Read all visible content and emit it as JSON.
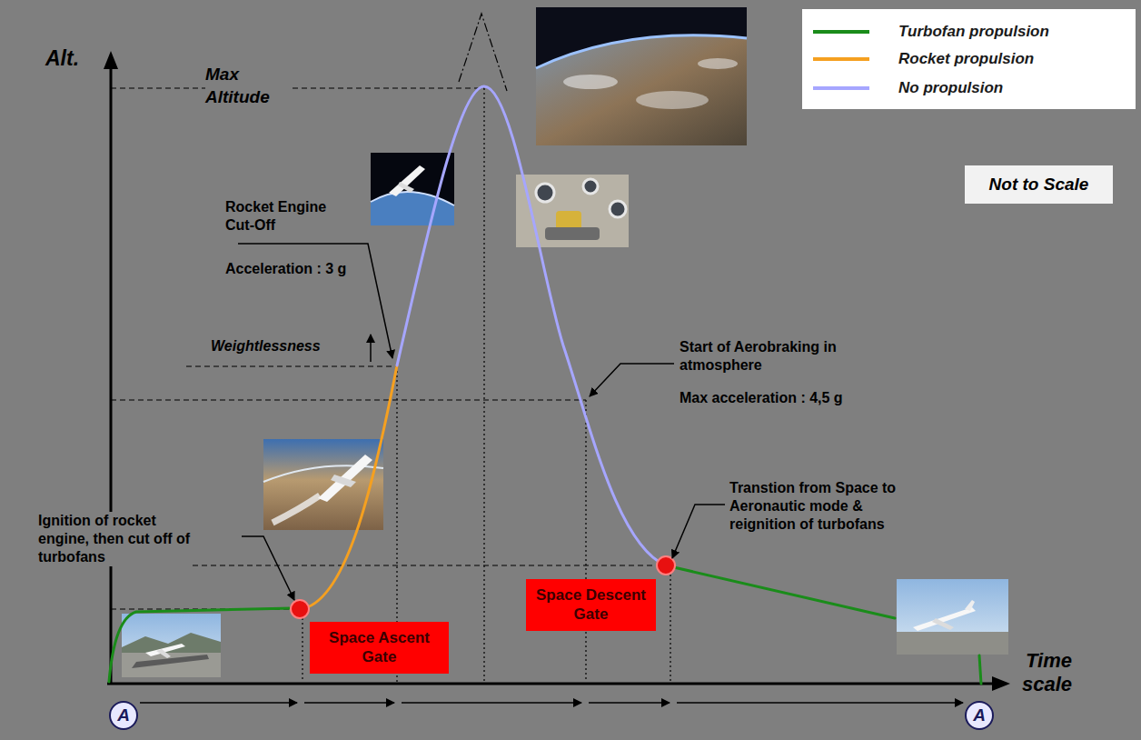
{
  "diagram": {
    "nodes": [
      {
        "text": [
          "Not to Scale"
        ]
      },
      {
        "text": [
          "Space Ascent Gate"
        ]
      },
      {
        "text": [
          "Space Descent Gate"
        ]
      },
      {
        "text": [
          "A"
        ]
      },
      {
        "text": [
          "A"
        ]
      }
    ],
    "labels": [
      "Alt.",
      "Max Altitude",
      "Rocket Engine Cut-Off",
      "Acceleration : 3 g",
      "Weightlessness",
      "Start of Aerobraking in atmosphere",
      "Max acceleration : 4,5 g",
      "Transtion from Space to Aeronautic mode & reignition of turbofans",
      "Ignition of rocket engine, then cut off of turbofans",
      "Time scale"
    ],
    "legend": [
      {
        "text": "Turbofan propulsion",
        "color": "#1a8c1a"
      },
      {
        "text": "Rocket propulsion",
        "color": "#f5a020"
      },
      {
        "text": "No propulsion",
        "color": "#a6a6ff"
      }
    ]
  }
}
